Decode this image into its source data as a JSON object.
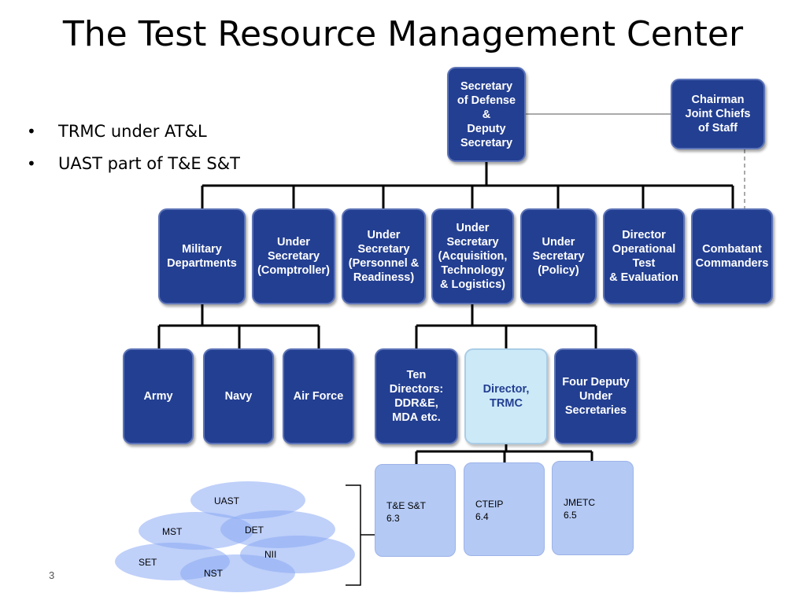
{
  "slide": {
    "title": "The Test Resource Management Center",
    "bullets": [
      "TRMC under AT&L",
      "UAST part of T&E S&T"
    ],
    "page_number": "3"
  },
  "org": {
    "secdef": "Secretary\nof Defense\n&\nDeputy\nSecretary",
    "cjcs": "Chairman\nJoint Chiefs\nof Staff",
    "row2": [
      "Military\nDepartments",
      "Under\nSecretary\n(Comptroller)",
      "Under\nSecretary\n(Personnel &\nReadiness)",
      "Under\nSecretary\n(Acquisition,\nTechnology\n& Logistics)",
      "Under\nSecretary\n(Policy)",
      "Director\nOperational\nTest\n& Evaluation",
      "Combatant\nCommanders"
    ],
    "row3": [
      "Army",
      "Navy",
      "Air Force",
      "Ten\nDirectors:\nDDR&E,\nMDA etc.",
      "Director,\nTRMC",
      "Four Deputy\nUnder\nSecretaries"
    ],
    "programs": [
      "T&E S&T\n6.3",
      "CTEIP\n6.4",
      "JMETC\n6.5"
    ]
  },
  "venn": {
    "labels": [
      "UAST",
      "MST",
      "DET",
      "NII",
      "SET",
      "NST"
    ],
    "fill_color": "#8aaaf4"
  },
  "colors": {
    "navy": "#233f92",
    "light_blue": "#cce9f8",
    "program_blue": "#b4c9f4"
  }
}
